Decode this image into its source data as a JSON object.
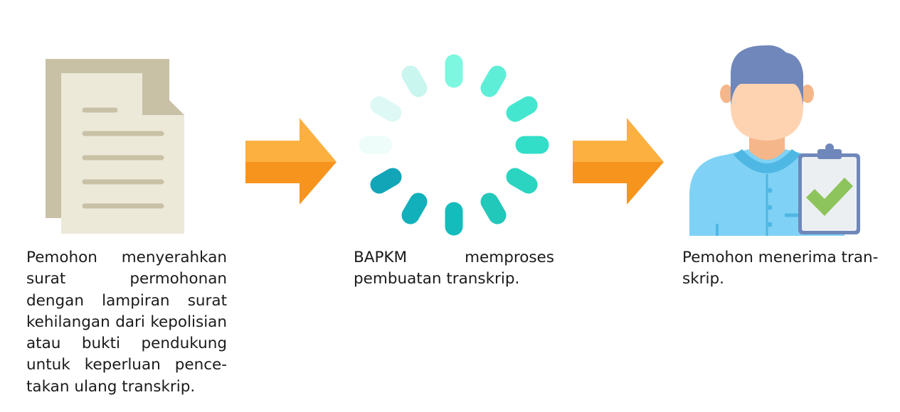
{
  "steps": [
    {
      "icon": "document-icon",
      "lines": [
        "Pemohon menyerahkan",
        "surat permohonan",
        "dengan lampiran surat",
        "kehilangan dari kepolisian",
        "atau bukti pendukung",
        "untuk keperluan pence-",
        "takan ulang transkrip."
      ]
    },
    {
      "icon": "loading-spinner-icon",
      "lines": [
        "BAPKM memproses",
        "pembuatan transkrip."
      ]
    },
    {
      "icon": "person-with-clipboard-check-icon",
      "lines": [
        "Pemohon menerima tran-",
        "skrip."
      ]
    }
  ],
  "arrows": [
    "arrow-right-icon",
    "arrow-right-icon"
  ],
  "colors": {
    "arrow_top": "#fbb040",
    "arrow_bottom": "#f7941d",
    "doc_back": "#c8c1a5",
    "doc_front": "#ece9d9",
    "doc_lines": "#c8c1a5",
    "spinner_dark": "#12a5b8",
    "spinner_light": "#7df7e0",
    "person_hair": "#6f87ba",
    "person_skin": "#fdd3b2",
    "person_shirt": "#7fd2f5",
    "clipboard_check": "#8dc45b"
  }
}
